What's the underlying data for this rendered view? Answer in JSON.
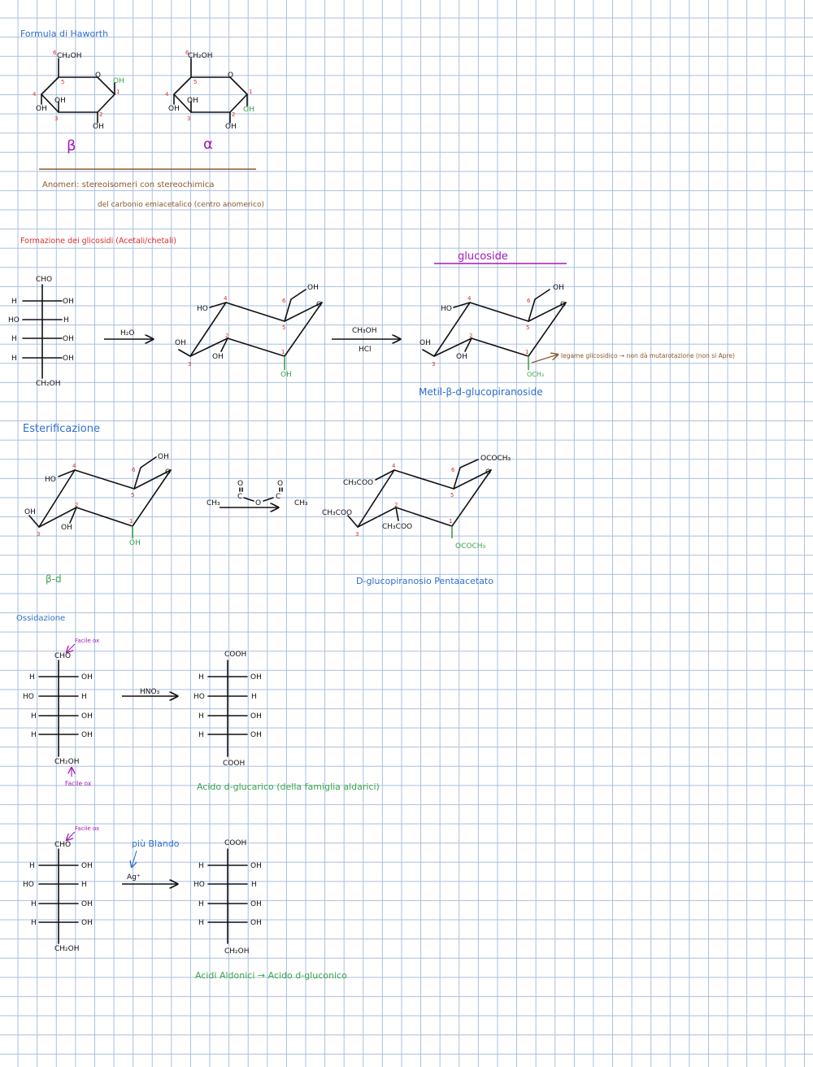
{
  "colors": {
    "ink": "#111111",
    "red": "#d9302a",
    "green": "#3aa64a",
    "blue": "#2f6fd0",
    "purple": "#a21ab9",
    "brown": "#8a5a2b",
    "grid": "#a9bfdc"
  },
  "haworth": {
    "title": "Formula di Haworth",
    "ch2oh": "CH₂OH",
    "o": "O",
    "oh": "OH",
    "n6": "6",
    "n5": "5",
    "n4": "4",
    "n3": "3",
    "n2": "2",
    "n1": "1",
    "beta": "β",
    "alpha": "α"
  },
  "anomeri": {
    "line1": "Anomeri: stereoisomeri con stereochimica",
    "line2": "del carbonio emiacetalico (centro anomerico)"
  },
  "glicosidi": {
    "title": "Formazione dei glicosidi (Acetali/chetali)",
    "fischer": {
      "top": "CHO",
      "bottom": "CH₂OH",
      "h": "H",
      "ho": "HO",
      "oh": "OH"
    },
    "reagent1": "H₂O",
    "reagent2_top": "CH₃OH",
    "reagent2_bottom": "HCl",
    "ring": {
      "ho": "HO",
      "oh": "OH",
      "o": "O"
    },
    "ring2_och3": "OCH₃",
    "glucoside_label": "glucoside",
    "legame": "legame glicosidico → non dà mutarotazione (non si Apre)",
    "product_name": "Metil-β-d-glucopiranoside"
  },
  "esterificazione": {
    "title": "Esterificazione",
    "reactant": "β-d",
    "anh_ch3": "CH₃",
    "anh_c": "C",
    "anh_o": "O",
    "prod_ococh3": "OCOCH₃",
    "prod_ch3coo": "CH₃COO",
    "product_name": "D-glucopiranosio Pentaacetato"
  },
  "ossidazione": {
    "title": "Ossidazione",
    "facile_ox": "Facile ox",
    "reagent": "HNO₃",
    "cooh": "COOH",
    "product1": "Acido d-glucarico (della famiglia aldarici)",
    "piu_blando": "più Blando",
    "reagent2": "Ag⁺",
    "product2": "Acidi Aldonici → Acido d-gluconico"
  }
}
